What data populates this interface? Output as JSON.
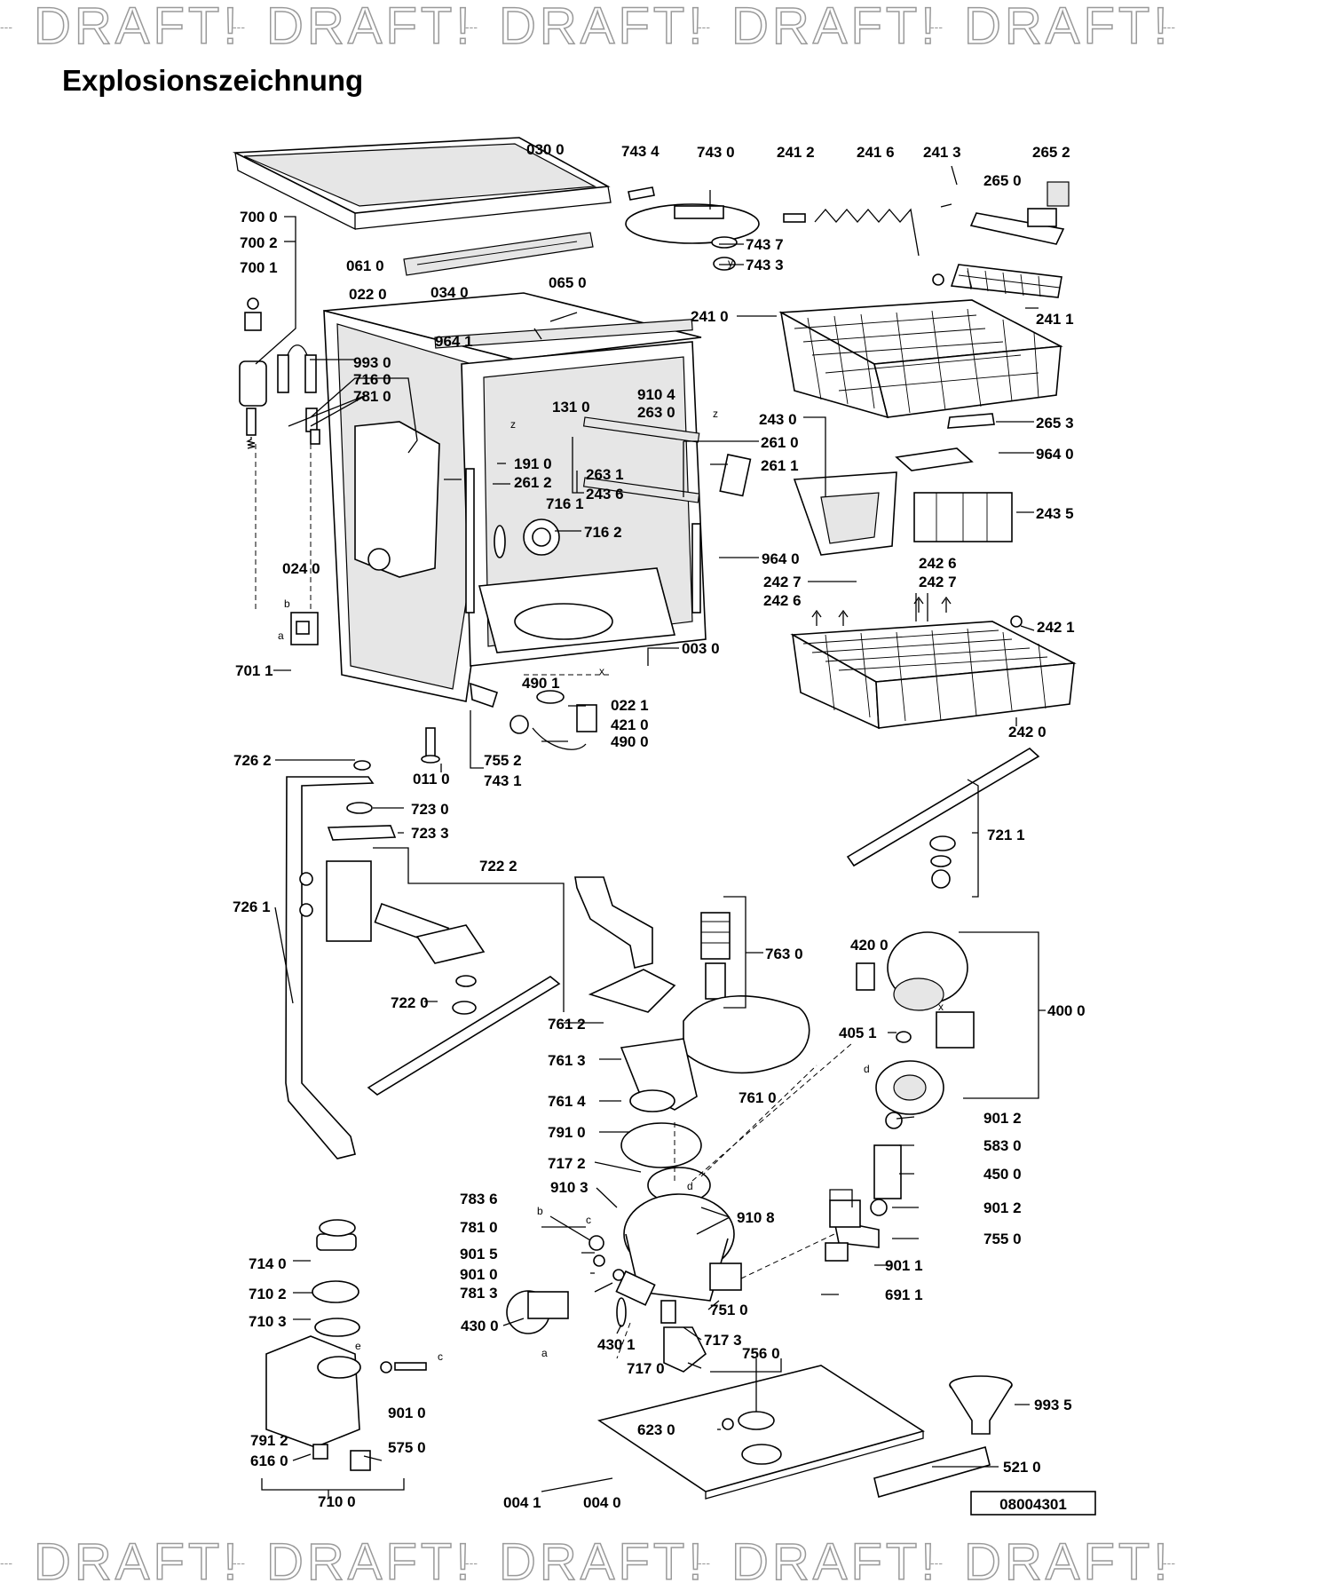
{
  "watermark": "DRAFT!",
  "title": "Explosionszeichnung",
  "reference_number": "08004301",
  "letters": {
    "a": "a",
    "b": "b",
    "c": "c",
    "d": "d",
    "e": "e",
    "x": "x",
    "y": "y",
    "z": "z"
  },
  "part_labels": [
    "030 0",
    "743 4",
    "743 0",
    "241 2",
    "241 6",
    "241 3",
    "265 2",
    "265 0",
    "700 0",
    "700 2",
    "700 1",
    "061 0",
    "743 7",
    "743 3",
    "065 0",
    "022 0",
    "034 0",
    "241 0",
    "241 1",
    "964 1",
    "993 0",
    "716 0",
    "781 0",
    "910 4",
    "131 0",
    "263 0",
    "243 0",
    "265 3",
    "261 0",
    "191 0",
    "964 0",
    "263 1",
    "261 1",
    "261 2",
    "243 6",
    "716 1",
    "716 2",
    "243 5",
    "964 0",
    "024 0",
    "242 6",
    "242 7",
    "242 7",
    "242 6",
    "242 1",
    "701 1",
    "003 0",
    "490 1",
    "022 1",
    "421 0",
    "490 0",
    "242 0",
    "755 2",
    "743 1",
    "011 0",
    "726 2",
    "723 0",
    "723 3",
    "721 1",
    "722 2",
    "726 1",
    "763 0",
    "420 0",
    "400 0",
    "722 0",
    "761 2",
    "405 1",
    "761 3",
    "761 4",
    "761 0",
    "791 0",
    "901 2",
    "717 2",
    "583 0",
    "450 0",
    "910 3",
    "783 6",
    "910 8",
    "901 2",
    "781 0",
    "755 0",
    "901 5",
    "901 0",
    "901 1",
    "781 3",
    "751 0",
    "691 1",
    "714 0",
    "710 2",
    "710 3",
    "430 0",
    "430 1",
    "717 3",
    "756 0",
    "717 0",
    "901 0",
    "993 5",
    "791 2",
    "623 0",
    "616 0",
    "575 0",
    "521 0",
    "710 0",
    "004 1",
    "004 0"
  ]
}
